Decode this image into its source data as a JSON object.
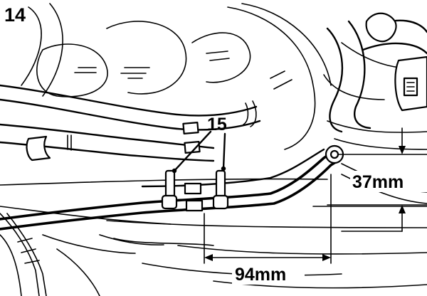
{
  "figure": {
    "step_number": "14",
    "callout_clips": "15",
    "dim_vertical": "37mm",
    "dim_horizontal": "94mm"
  },
  "colors": {
    "ink": "#000000",
    "paper": "#ffffff"
  }
}
